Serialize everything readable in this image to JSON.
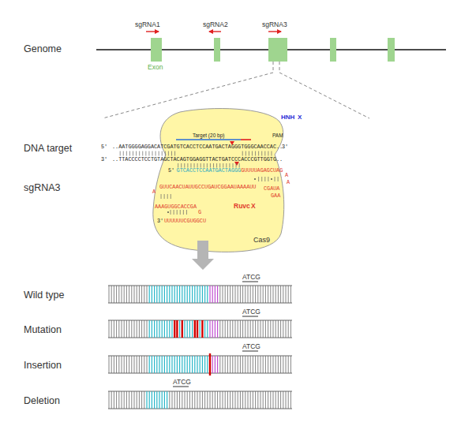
{
  "diagram": {
    "nodes": [
      {
        "text": [
          "Cas9"
        ]
      }
    ],
    "labels": [
      "Genome",
      "sgRNA1",
      "sgRNA2",
      "sgRNA3",
      "Exon",
      "DNA target",
      "sgRNA3",
      "HNH",
      "X",
      "Target (20 bp)",
      "PAM",
      "5'",
      "..AATGGGGAGGACATCGATGTCACCTCCAATGACTAGGGTGGGCAACCAC..",
      "3'",
      "3'",
      "..TTACCCCTCCTGTAGCTACAGTGGAGGTTACTGATCCCACCCGTTGGTG..",
      "5'",
      "GTCACCTCCAATGACTAGGG",
      "GUUUUAGAGCUAG",
      "A",
      "A",
      "GUUCAACUAUUGCCUGAUCGGAAUAAAAUU",
      "CGAUA",
      "GAA",
      "A",
      "AAAGUGGCACCGA",
      "G",
      "UUUUUUCGUGGCU",
      "3'",
      "Ruvc",
      "X",
      "Wild type",
      "Mutation",
      "Insertion",
      "Deletion",
      "ATCG",
      "ATCG",
      "ATCG",
      "ATCG"
    ]
  }
}
